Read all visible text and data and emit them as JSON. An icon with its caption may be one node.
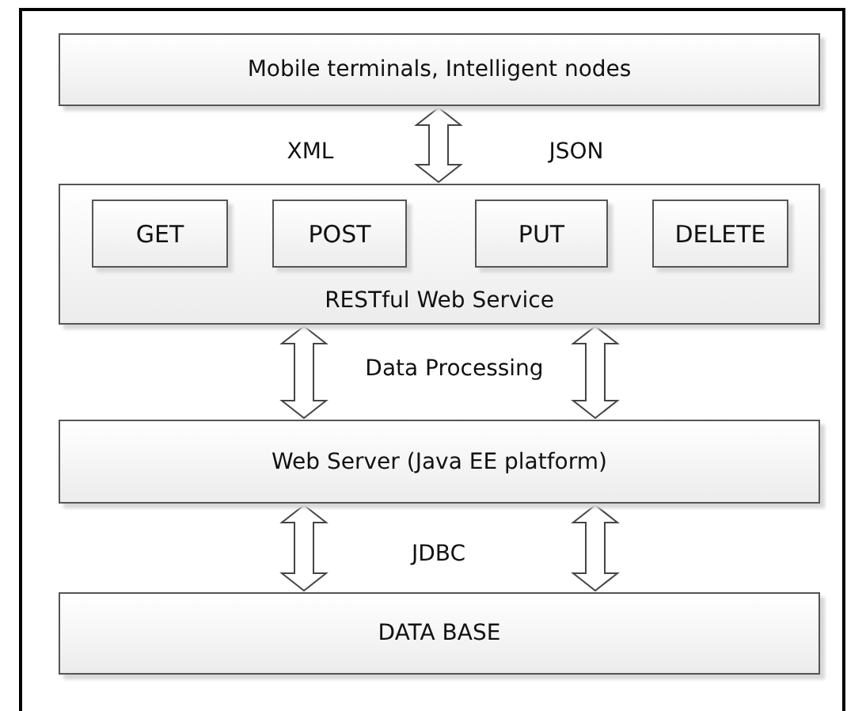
{
  "diagram": {
    "nodes": [
      {
        "text": [
          "Mobile terminals, Intelligent nodes"
        ]
      },
      {
        "text": [
          "RESTful Web Service"
        ]
      },
      {
        "text": [
          "GET"
        ],
        "in": 1
      },
      {
        "text": [
          "POST"
        ],
        "in": 1
      },
      {
        "text": [
          "PUT"
        ],
        "in": 1
      },
      {
        "text": [
          "DELETE"
        ],
        "in": 1
      },
      {
        "text": [
          "Web Server (Java EE platform)"
        ]
      },
      {
        "text": [
          "DATA BASE"
        ]
      }
    ],
    "edges": [
      {
        "from": 0,
        "to": 1,
        "arrow": "both"
      },
      {
        "from": 1,
        "to": 6,
        "arrow": "both"
      },
      {
        "from": 1,
        "to": 6,
        "arrow": "both"
      },
      {
        "from": 6,
        "to": 7,
        "arrow": "both"
      },
      {
        "from": 6,
        "to": 7,
        "arrow": "both"
      }
    ],
    "labels": [
      "XML",
      "JSON",
      "Data Processing",
      "JDBC"
    ]
  }
}
